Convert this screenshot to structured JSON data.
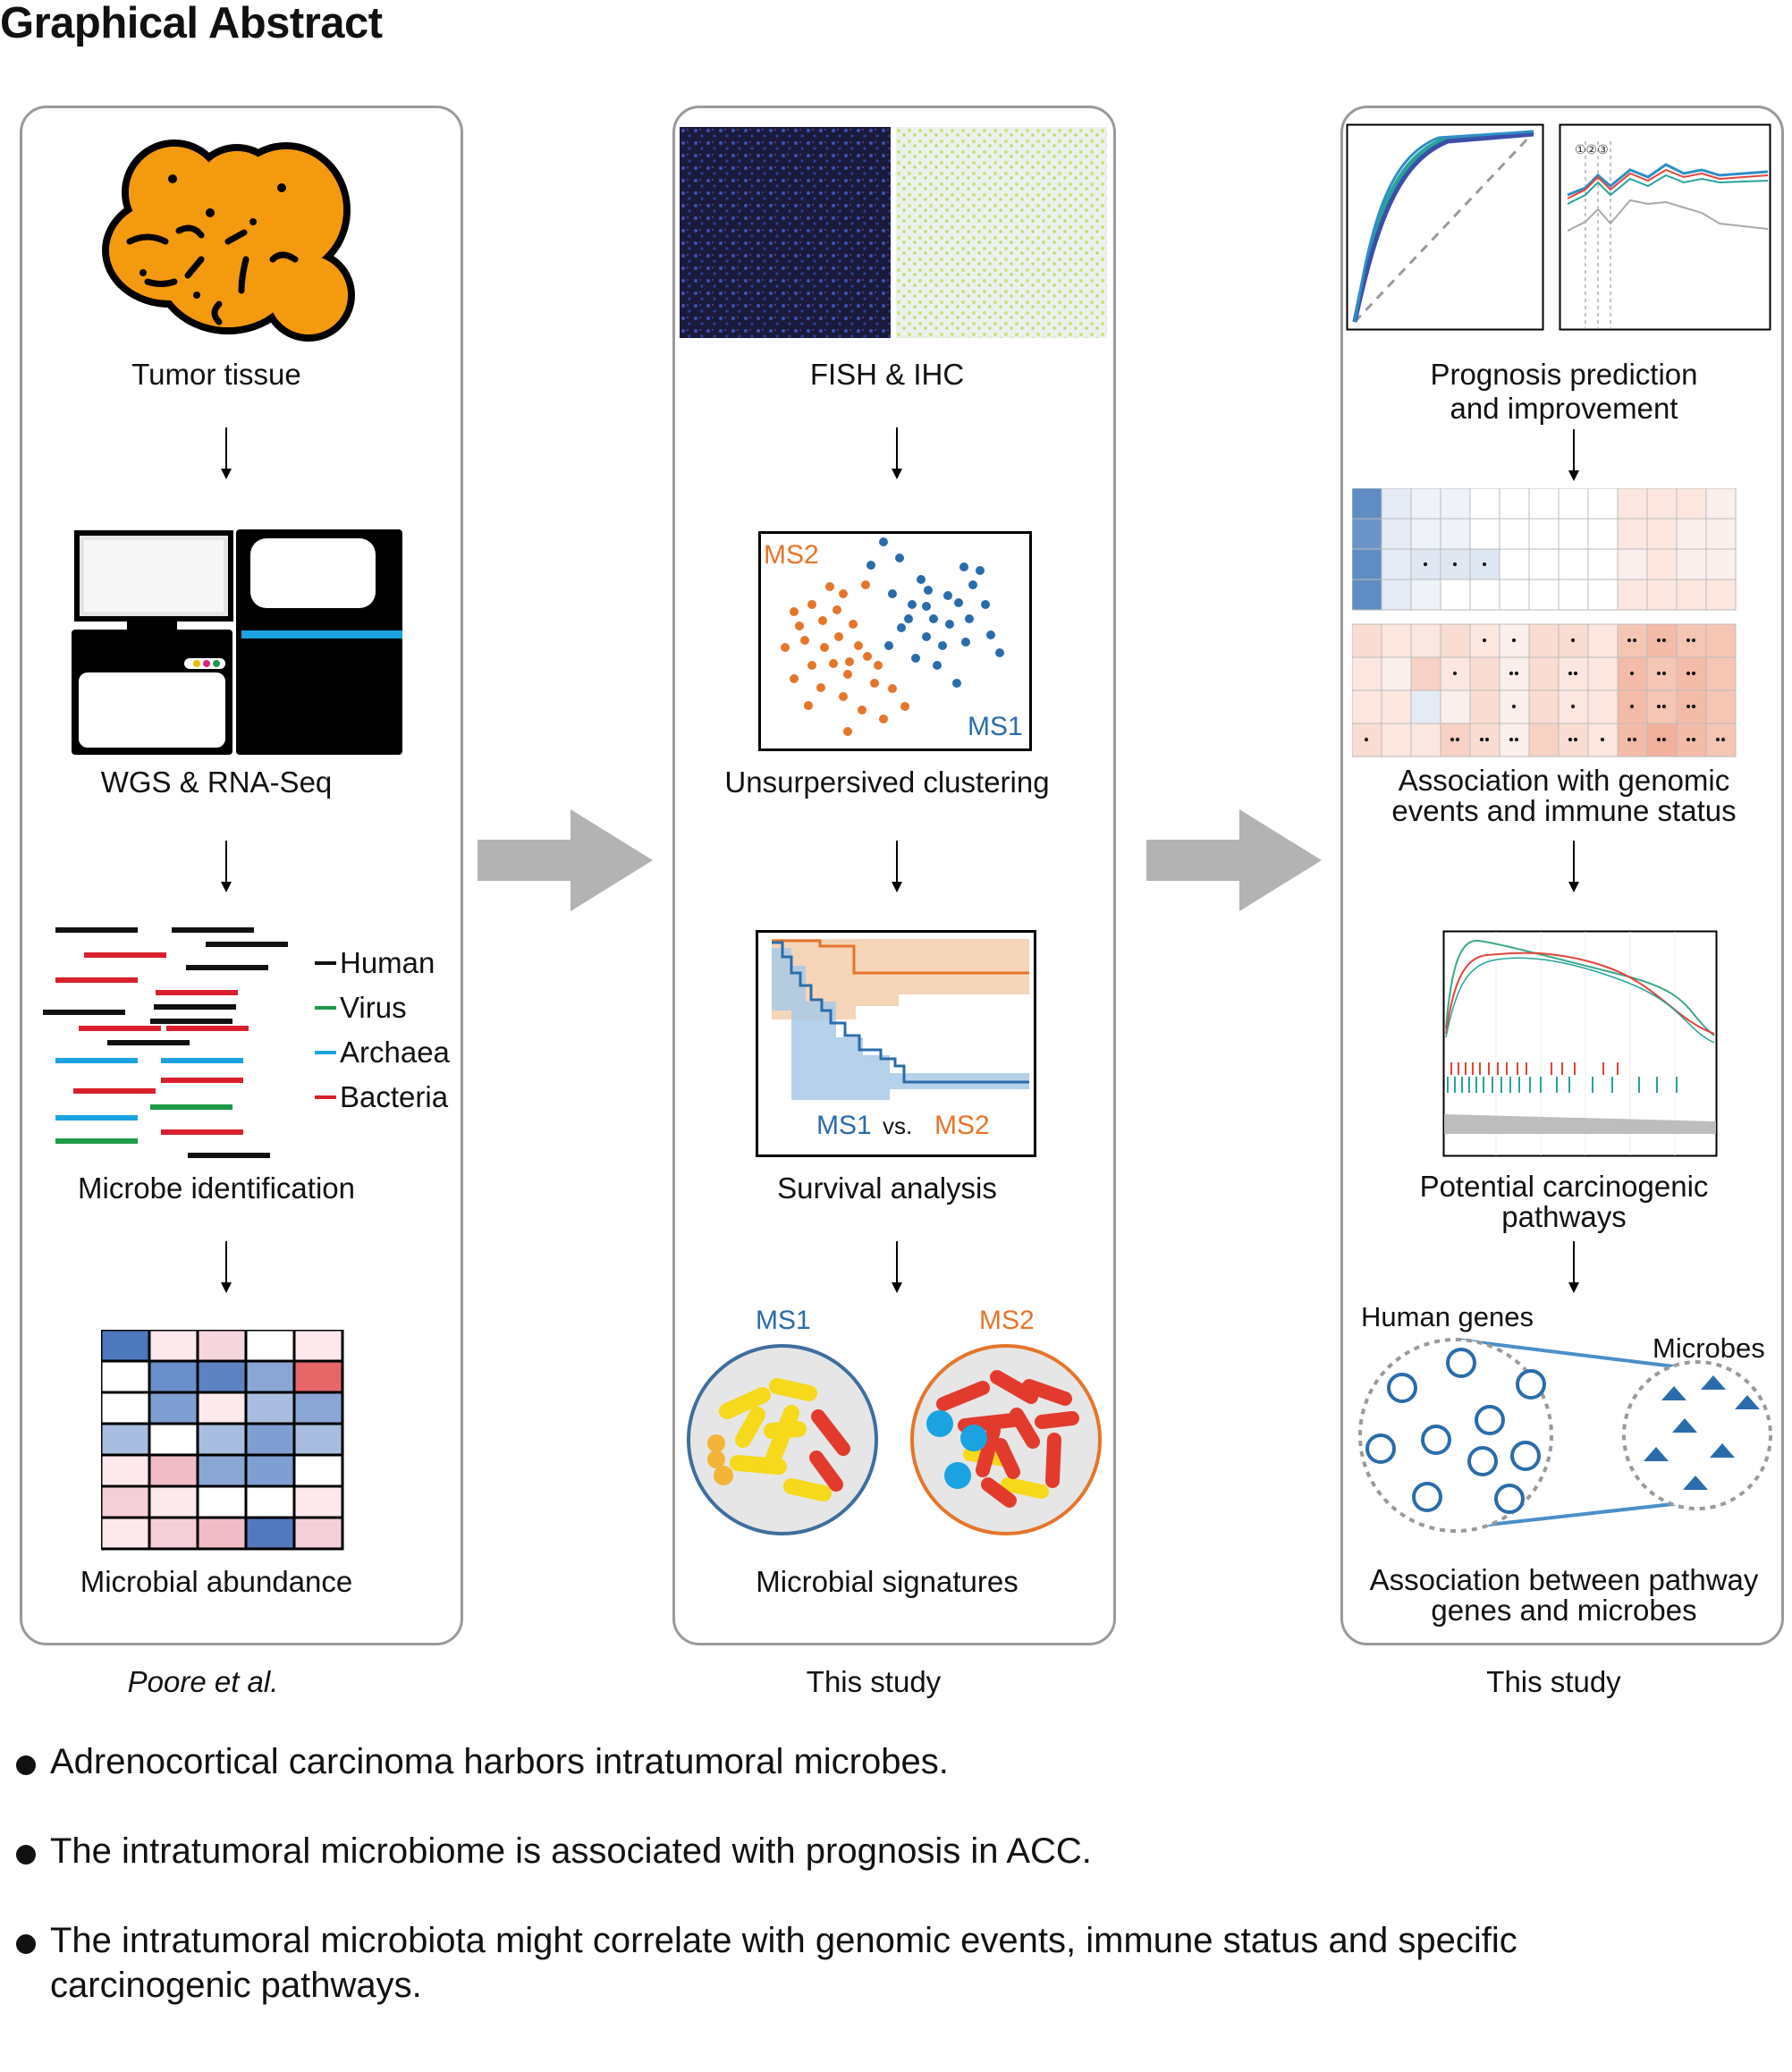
{
  "title": "Graphical Abstract",
  "panel_left": {
    "step1": "Tumor tissue",
    "step2": "WGS & RNA-Seq",
    "step3": "Microbe identification",
    "legend": [
      "Human",
      "Virus",
      "Archaea",
      "Bacteria"
    ],
    "legend_colors": [
      "#111111",
      "#1e9a4a",
      "#1aa3e0",
      "#d8202c"
    ],
    "step4": "Microbial abundance",
    "caption": "Poore et al."
  },
  "panel_middle": {
    "step1": "FISH & IHC",
    "step2": "Unsurpersived clustering",
    "cluster_ms2": "MS2",
    "cluster_ms1": "MS1",
    "step3": "Survival analysis",
    "km_ms1": "MS1",
    "km_vs": "vs.",
    "km_ms2": "MS2",
    "sig_ms1": "MS1",
    "sig_ms2": "MS2",
    "step4": "Microbial signatures",
    "caption": "This study"
  },
  "panel_right": {
    "step1": "Prognosis prediction\nand improvement",
    "markers": "①②③",
    "step2": "Association with genomic\nevents and immune status",
    "step3": "Potential carcinogenic\npathways",
    "human_genes": "Human genes",
    "microbes": "Microbes",
    "step4": "Association between pathway\ngenes and microbes",
    "caption": "This study"
  },
  "colors": {
    "orange": "#f39a0e",
    "ms1_blue": "#2a6cab",
    "ms2_orange": "#e5752a",
    "arrow_gray": "#b3b3b3",
    "panel_border": "#9a9a9a"
  },
  "bullets": [
    "Adrenocortical carcinoma harbors intratumoral microbes.",
    "The intratumoral microbiome is associated with prognosis in ACC.",
    "The intratumoral microbiota might correlate with genomic events, immune status and specific carcinogenic pathways."
  ]
}
